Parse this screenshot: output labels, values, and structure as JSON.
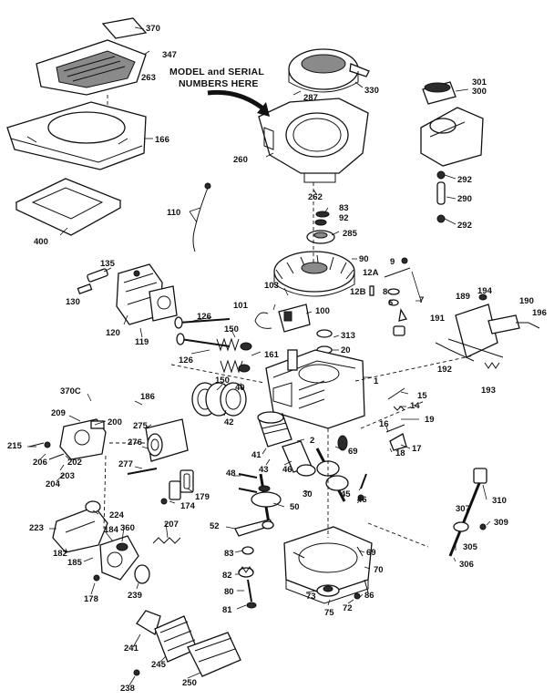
{
  "note": {
    "line1": "MODEL and SERIAL",
    "line2": "NUMBERS HERE"
  },
  "callouts": [
    {
      "id": "370",
      "label": "370"
    },
    {
      "id": "347",
      "label": "347"
    },
    {
      "id": "263",
      "label": "263"
    },
    {
      "id": "166",
      "label": "166"
    },
    {
      "id": "400",
      "label": "400"
    },
    {
      "id": "287",
      "label": "287"
    },
    {
      "id": "330",
      "label": "330"
    },
    {
      "id": "260",
      "label": "260"
    },
    {
      "id": "262",
      "label": "262"
    },
    {
      "id": "301",
      "label": "301"
    },
    {
      "id": "300",
      "label": "300"
    },
    {
      "id": "292a",
      "label": "292"
    },
    {
      "id": "290",
      "label": "290"
    },
    {
      "id": "292b",
      "label": "292"
    },
    {
      "id": "110",
      "label": "110"
    },
    {
      "id": "83a",
      "label": "83"
    },
    {
      "id": "92",
      "label": "92"
    },
    {
      "id": "285",
      "label": "285"
    },
    {
      "id": "90",
      "label": "90"
    },
    {
      "id": "9",
      "label": "9"
    },
    {
      "id": "12A",
      "label": "12A"
    },
    {
      "id": "12B",
      "label": "12B"
    },
    {
      "id": "8",
      "label": "8"
    },
    {
      "id": "6",
      "label": "6"
    },
    {
      "id": "7",
      "label": "7"
    },
    {
      "id": "135",
      "label": "135"
    },
    {
      "id": "130",
      "label": "130"
    },
    {
      "id": "120",
      "label": "120"
    },
    {
      "id": "119",
      "label": "119"
    },
    {
      "id": "103",
      "label": "103"
    },
    {
      "id": "101",
      "label": "101"
    },
    {
      "id": "100",
      "label": "100"
    },
    {
      "id": "126a",
      "label": "126"
    },
    {
      "id": "150a",
      "label": "150"
    },
    {
      "id": "126b",
      "label": "126"
    },
    {
      "id": "161",
      "label": "161"
    },
    {
      "id": "313",
      "label": "313"
    },
    {
      "id": "20",
      "label": "20"
    },
    {
      "id": "189",
      "label": "189"
    },
    {
      "id": "194",
      "label": "194"
    },
    {
      "id": "190",
      "label": "190"
    },
    {
      "id": "196",
      "label": "196"
    },
    {
      "id": "191",
      "label": "191"
    },
    {
      "id": "192",
      "label": "192"
    },
    {
      "id": "193",
      "label": "193"
    },
    {
      "id": "150b",
      "label": "150"
    },
    {
      "id": "40",
      "label": "40"
    },
    {
      "id": "1",
      "label": "1"
    },
    {
      "id": "15",
      "label": "15"
    },
    {
      "id": "14",
      "label": "14"
    },
    {
      "id": "19",
      "label": "19"
    },
    {
      "id": "16",
      "label": "16"
    },
    {
      "id": "17",
      "label": "17"
    },
    {
      "id": "18",
      "label": "18"
    },
    {
      "id": "370C",
      "label": "370C"
    },
    {
      "id": "186",
      "label": "186"
    },
    {
      "id": "209",
      "label": "209"
    },
    {
      "id": "200",
      "label": "200"
    },
    {
      "id": "275",
      "label": "275"
    },
    {
      "id": "42",
      "label": "42"
    },
    {
      "id": "215",
      "label": "215"
    },
    {
      "id": "206",
      "label": "206"
    },
    {
      "id": "202",
      "label": "202"
    },
    {
      "id": "203",
      "label": "203"
    },
    {
      "id": "204",
      "label": "204"
    },
    {
      "id": "276",
      "label": "276"
    },
    {
      "id": "277",
      "label": "277"
    },
    {
      "id": "41",
      "label": "41"
    },
    {
      "id": "43",
      "label": "43"
    },
    {
      "id": "2",
      "label": "2"
    },
    {
      "id": "46a",
      "label": "46"
    },
    {
      "id": "69a",
      "label": "69"
    },
    {
      "id": "48",
      "label": "48"
    },
    {
      "id": "179",
      "label": "179"
    },
    {
      "id": "174",
      "label": "174"
    },
    {
      "id": "30",
      "label": "30"
    },
    {
      "id": "45",
      "label": "45"
    },
    {
      "id": "46b",
      "label": "46"
    },
    {
      "id": "50",
      "label": "50"
    },
    {
      "id": "310",
      "label": "310"
    },
    {
      "id": "224",
      "label": "224"
    },
    {
      "id": "223",
      "label": "223"
    },
    {
      "id": "184",
      "label": "184"
    },
    {
      "id": "360",
      "label": "360"
    },
    {
      "id": "207",
      "label": "207"
    },
    {
      "id": "52",
      "label": "52"
    },
    {
      "id": "307",
      "label": "307"
    },
    {
      "id": "309",
      "label": "309"
    },
    {
      "id": "182",
      "label": "182"
    },
    {
      "id": "185",
      "label": "185"
    },
    {
      "id": "83b",
      "label": "83"
    },
    {
      "id": "69b",
      "label": "69"
    },
    {
      "id": "305",
      "label": "305"
    },
    {
      "id": "306",
      "label": "306"
    },
    {
      "id": "70",
      "label": "70"
    },
    {
      "id": "82",
      "label": "82"
    },
    {
      "id": "178",
      "label": "178"
    },
    {
      "id": "239",
      "label": "239"
    },
    {
      "id": "80",
      "label": "80"
    },
    {
      "id": "73",
      "label": "73"
    },
    {
      "id": "86",
      "label": "86"
    },
    {
      "id": "72",
      "label": "72"
    },
    {
      "id": "81",
      "label": "81"
    },
    {
      "id": "75",
      "label": "75"
    },
    {
      "id": "241",
      "label": "241"
    },
    {
      "id": "245",
      "label": "245"
    },
    {
      "id": "250",
      "label": "250"
    },
    {
      "id": "238",
      "label": "238"
    }
  ]
}
